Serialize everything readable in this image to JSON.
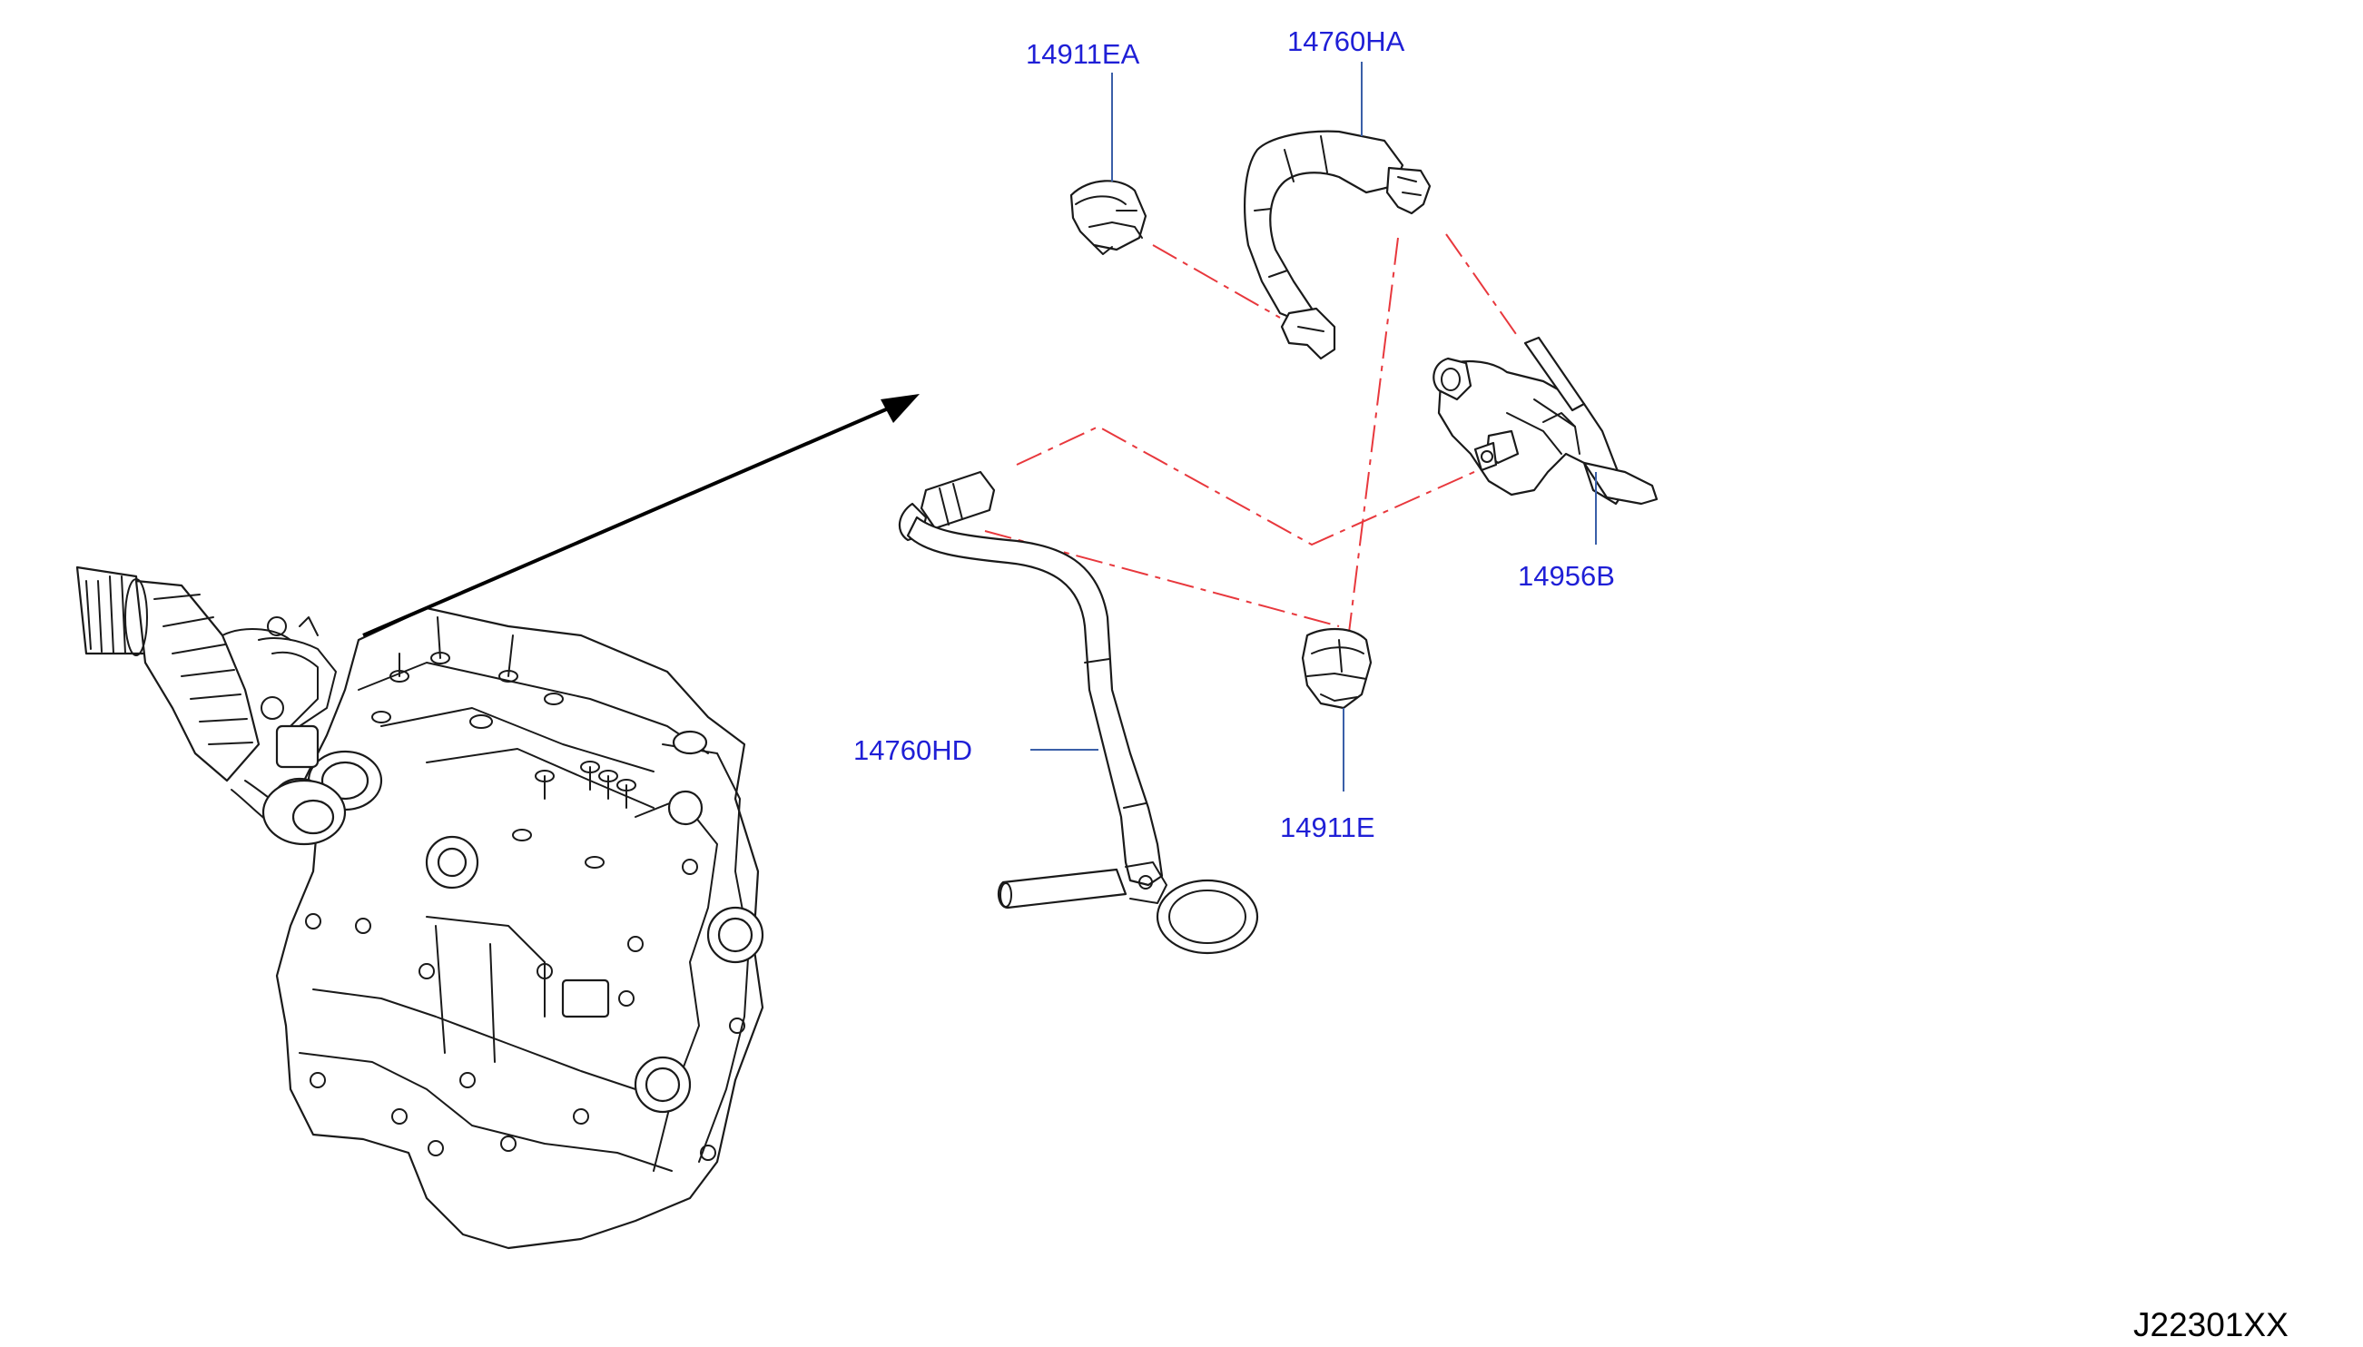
{
  "diagram": {
    "part_labels": [
      {
        "id": "clip-upper",
        "text": "14911EA"
      },
      {
        "id": "hose-upper",
        "text": "14760HA"
      },
      {
        "id": "valve",
        "text": "14956B"
      },
      {
        "id": "hose-lower",
        "text": "14760HD"
      },
      {
        "id": "clip-lower",
        "text": "14911E"
      }
    ],
    "diagram_code": "J22301XX",
    "colors": {
      "label": "#1f1fd6",
      "leader": "#3a5fa8",
      "phantom_line": "#e8383d",
      "outline": "#1a1a1a"
    }
  }
}
